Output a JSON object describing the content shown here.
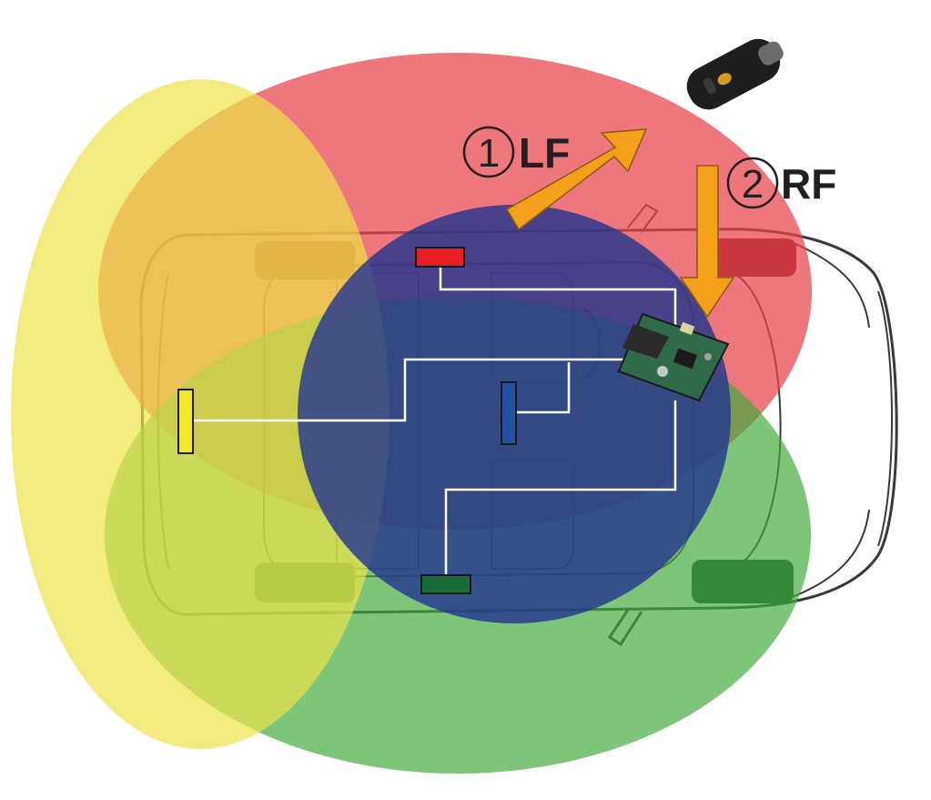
{
  "labels": {
    "step1": {
      "number": "1",
      "text": "LF"
    },
    "step2": {
      "number": "2",
      "text": "RF"
    }
  },
  "zones": [
    {
      "id": "red-zone",
      "color": "#e8414b"
    },
    {
      "id": "green-zone",
      "color": "#3fa93a"
    },
    {
      "id": "yellow-zone",
      "color": "#ece34a"
    },
    {
      "id": "blue-zone",
      "color": "#25378f"
    }
  ],
  "antennas": [
    {
      "id": "antenna-red",
      "color": "#e51f24"
    },
    {
      "id": "antenna-yellow",
      "color": "#f2e627"
    },
    {
      "id": "antenna-blue",
      "color": "#2453a6"
    },
    {
      "id": "antenna-green",
      "color": "#1b6b3a"
    }
  ],
  "arrow_color": "#f4a01a",
  "wire_color": "#ffffff"
}
